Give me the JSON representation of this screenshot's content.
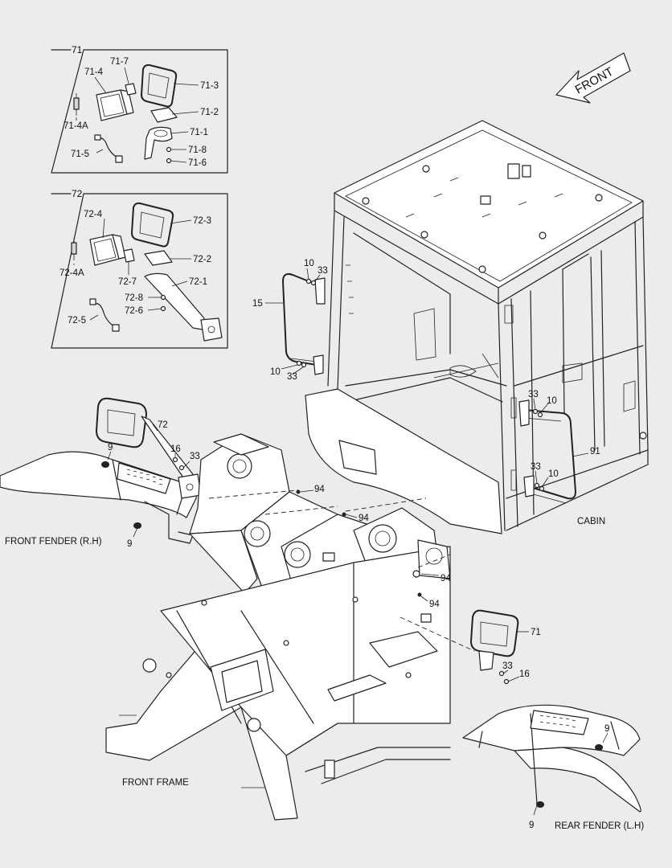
{
  "diagram": {
    "direction_arrow": {
      "label": "FRONT"
    },
    "boxes": [
      {
        "number": "71",
        "labels": [
          "71-7",
          "71-4",
          "71-3",
          "71-2",
          "71-4A",
          "71-1",
          "71-8",
          "71-5",
          "71-6"
        ]
      },
      {
        "number": "72",
        "labels": [
          "72-4",
          "72-3",
          "72-2",
          "72-4A",
          "72-7",
          "72-1",
          "72-8",
          "72-6",
          "72-5"
        ]
      }
    ],
    "assemblies": {
      "cabin": "CABIN",
      "front_fender_rh": "FRONT FENDER (R.H)",
      "front_frame": "FRONT FRAME",
      "rear_fender_lh": "REAR FENDER (L.H)"
    },
    "callouts": {
      "handrail_left": [
        "15",
        "10",
        "33",
        "10",
        "33"
      ],
      "handrail_right": [
        "33",
        "10",
        "91",
        "33",
        "10"
      ],
      "lamp_72": [
        "72",
        "16",
        "33",
        "9",
        "9"
      ],
      "frame": [
        "94",
        "94",
        "94",
        "94"
      ],
      "lamp_71": [
        "71",
        "33",
        "16"
      ],
      "rear_fender": [
        "9",
        "9"
      ]
    }
  }
}
